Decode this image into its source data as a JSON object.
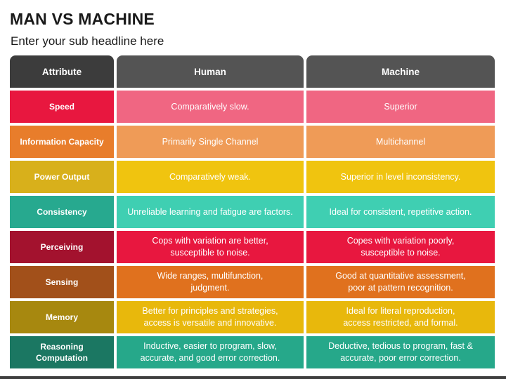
{
  "page": {
    "title": "MAN VS MACHINE",
    "subtitle": "Enter your sub headline here"
  },
  "table": {
    "headers": {
      "attribute": "Attribute",
      "human": "Human",
      "machine": "Machine"
    },
    "rows": [
      {
        "attribute": "Speed",
        "human": "Comparatively slow.",
        "machine": "Superior",
        "colors": {
          "attribute": "#e8173f",
          "human": "#f06682",
          "machine": "#f06682"
        }
      },
      {
        "attribute": "Information Capacity",
        "human": "Primarily Single Channel",
        "machine": "Multichannel",
        "colors": {
          "attribute": "#e87d2b",
          "human": "#ef9b57",
          "machine": "#ef9b57"
        }
      },
      {
        "attribute": "Power Output",
        "human": "Comparatively weak.",
        "machine": "Superior in level inconsistency.",
        "colors": {
          "attribute": "#d8b01b",
          "human": "#f0c40f",
          "machine": "#f0c40f"
        }
      },
      {
        "attribute": "Consistency",
        "human": "Unreliable learning and fatigue are factors.",
        "machine": "Ideal for consistent, repetitive action.",
        "colors": {
          "attribute": "#27a98f",
          "human": "#3fcfb2",
          "machine": "#3fcfb2"
        }
      },
      {
        "attribute": "Perceiving",
        "human": "Cops with variation are better,\nsusceptible to noise.",
        "machine": "Copes with variation poorly,\nsusceptible to noise.",
        "colors": {
          "attribute": "#a3122e",
          "human": "#e8173f",
          "machine": "#e8173f"
        }
      },
      {
        "attribute": "Sensing",
        "human": "Wide ranges, multifunction,\njudgment.",
        "machine": "Good at quantitative assessment,\npoor at pattern recognition.",
        "colors": {
          "attribute": "#a2501a",
          "human": "#e0711e",
          "machine": "#e0711e"
        }
      },
      {
        "attribute": "Memory",
        "human": "Better for principles and strategies,\naccess is versatile and innovative.",
        "machine": "Ideal for literal reproduction,\naccess restricted, and formal.",
        "colors": {
          "attribute": "#a7880f",
          "human": "#e8b80c",
          "machine": "#e8b80c"
        }
      },
      {
        "attribute": "Reasoning\nComputation",
        "human": "Inductive, easier to program, slow,\naccurate, and good error correction.",
        "machine": "Deductive, tedious to program, fast &\naccurate, poor error correction.",
        "colors": {
          "attribute": "#1b7762",
          "human": "#26a88a",
          "machine": "#26a88a"
        }
      }
    ]
  },
  "colors": {
    "header_attribute": "#3c3c3c",
    "header_columns": "#545454"
  }
}
